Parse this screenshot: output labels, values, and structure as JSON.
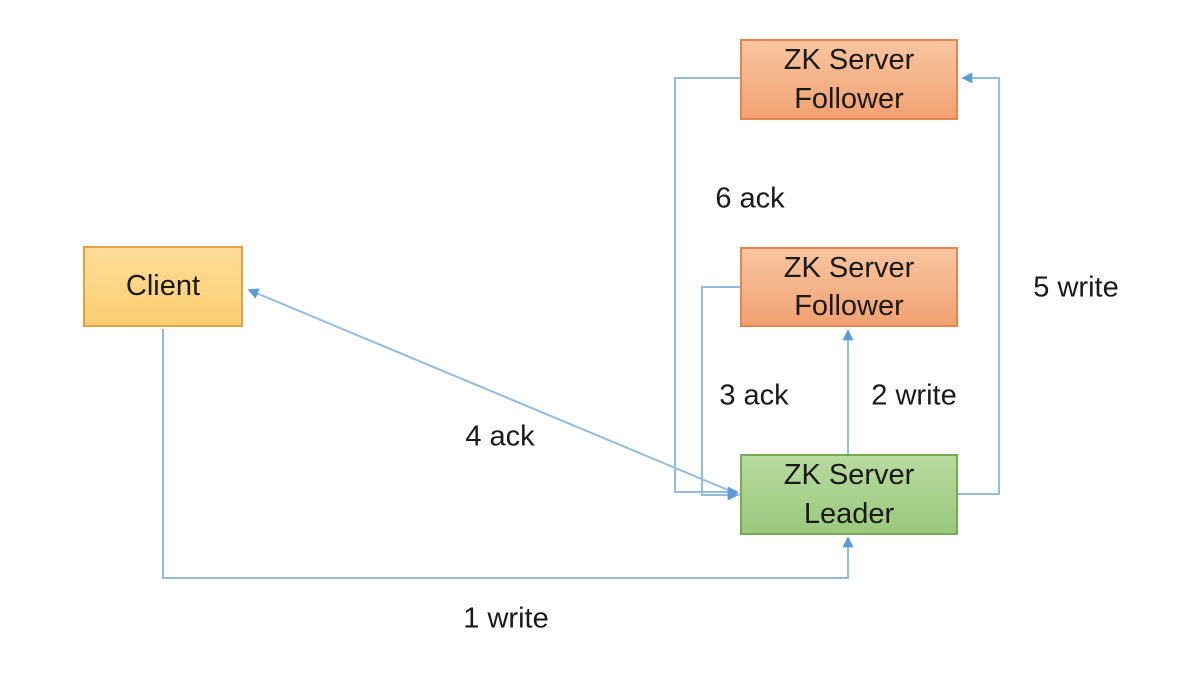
{
  "diagram": {
    "colors": {
      "background": "#FFFFFF",
      "connector_line": "#93BBE0",
      "connector_arrow": "#5E9AD4",
      "follower_fill_top": "#F8C5A0",
      "follower_fill_bottom": "#F1A172",
      "follower_border": "#E8834C",
      "client_fill_top": "#FFDD97",
      "client_fill_bottom": "#FACD72",
      "client_border": "#E0A33E",
      "leader_fill_top": "#B7DA9F",
      "leader_fill_bottom": "#9BC87D",
      "leader_border": "#74AC53",
      "text": "#1A1A1A"
    },
    "nodes": [
      {
        "id": "client",
        "label": "Client"
      },
      {
        "id": "zk-follower-top",
        "label": "ZK Server\nFollower"
      },
      {
        "id": "zk-follower-mid",
        "label": "ZK Server\nFollower"
      },
      {
        "id": "zk-leader",
        "label": "ZK Server\nLeader"
      }
    ],
    "edges": [
      {
        "id": "write-1",
        "label": "1 write",
        "from": "client",
        "to": "zk-leader"
      },
      {
        "id": "write-2",
        "label": "2 write",
        "from": "zk-leader",
        "to": "zk-follower-mid"
      },
      {
        "id": "ack-3",
        "label": "3 ack",
        "from": "zk-follower-mid",
        "to": "zk-leader"
      },
      {
        "id": "ack-4",
        "label": "4 ack",
        "from": "zk-leader",
        "to": "client"
      },
      {
        "id": "write-5",
        "label": "5 write",
        "from": "zk-leader",
        "to": "zk-follower-top"
      },
      {
        "id": "ack-6",
        "label": "6 ack",
        "from": "zk-follower-top",
        "to": "zk-leader"
      }
    ]
  }
}
